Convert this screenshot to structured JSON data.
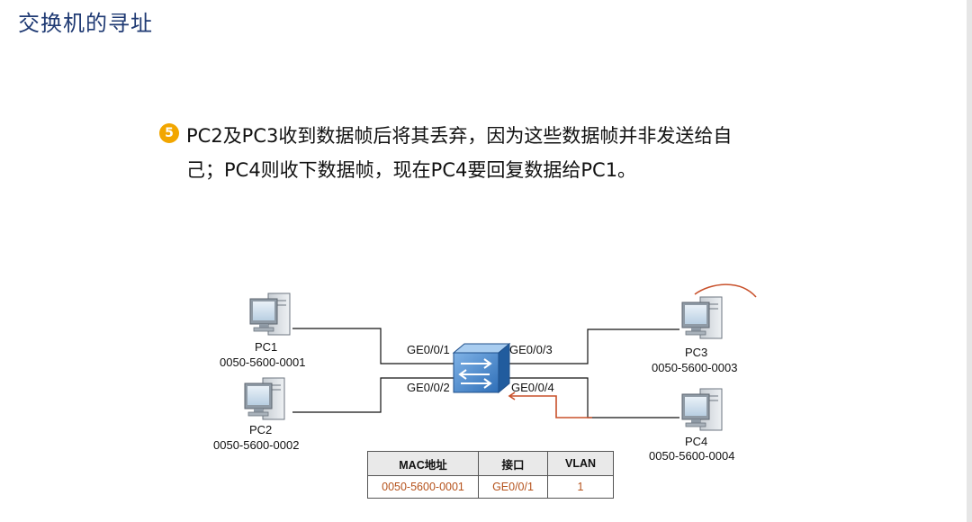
{
  "title": "交换机的寻址",
  "step": {
    "number": "5",
    "line1": "PC2及PC3收到数据帧后将其丢弃，因为这些数据帧并非发送给自",
    "line2": "己；PC4则收下数据帧，现在PC4要回复数据给PC1。"
  },
  "pcs": [
    {
      "name": "PC1",
      "mac": "0050-5600-0001"
    },
    {
      "name": "PC2",
      "mac": "0050-5600-0002"
    },
    {
      "name": "PC3",
      "mac": "0050-5600-0003"
    },
    {
      "name": "PC4",
      "mac": "0050-5600-0004"
    }
  ],
  "ports": {
    "p1": "GE0/0/1",
    "p2": "GE0/0/2",
    "p3": "GE0/0/3",
    "p4": "GE0/0/4"
  },
  "mac_table": {
    "headers": [
      "MAC地址",
      "接口",
      "VLAN"
    ],
    "rows": [
      [
        "0050-5600-0001",
        "GE0/0/1",
        "1"
      ]
    ]
  },
  "colors": {
    "title": "#1f3a73",
    "badge": "#f2a600",
    "annotation": "#c8502a",
    "table_text": "#b5521b"
  }
}
